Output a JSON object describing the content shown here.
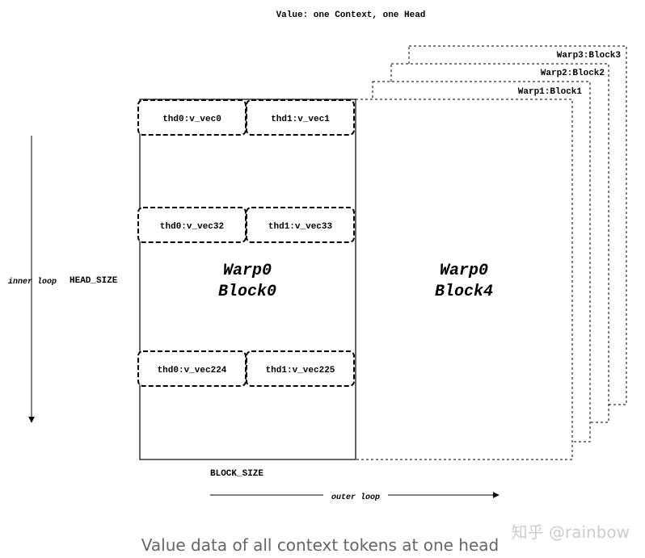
{
  "title": "Value: one Context, one Head",
  "back_blocks": [
    {
      "label": "Warp3:Block3"
    },
    {
      "label": "Warp2:Block2"
    },
    {
      "label": "Warp1:Block1"
    }
  ],
  "front_block": {
    "warp": "Warp0",
    "block": "Block0"
  },
  "right_block": {
    "warp": "Warp0",
    "block": "Block4"
  },
  "vector_rows": [
    [
      "thd0:v_vec0",
      "thd1:v_vec1"
    ],
    [
      "thd0:v_vec32",
      "thd1:v_vec33"
    ],
    [
      "thd0:v_vec224",
      "thd1:v_vec225"
    ]
  ],
  "labels": {
    "head_size": "HEAD_SIZE",
    "inner_loop": "inner loop",
    "block_size": "BLOCK_SIZE",
    "outer_loop": "outer loop"
  },
  "caption": "Value data of all context tokens at one head",
  "watermark": "知乎 @rainbow",
  "colors": {
    "stroke": "#000000",
    "caption_text": "#666666",
    "watermark_text": "#cccccc",
    "background": "#ffffff"
  }
}
